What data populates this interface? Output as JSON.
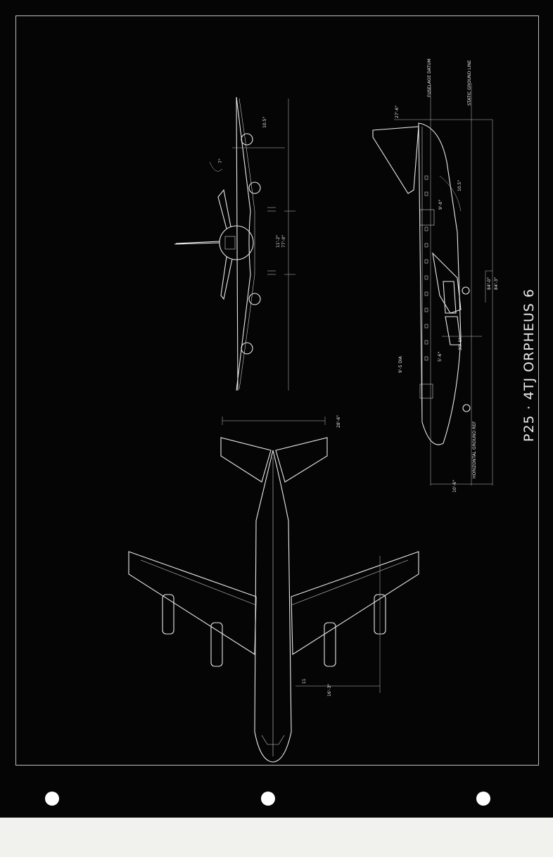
{
  "drawing": {
    "title": "P25 · 4TJ ORPHEUS 6",
    "annotations": {
      "fuselage_datum": "FUSELAGE DATUM",
      "static_ground_line": "STATIC GROUND LINE",
      "horizontal_ground_ref": "HORIZONTAL GROUND REF",
      "fin_height": "27'-6\"",
      "nose_angle": "10.5°",
      "fuselage_station": "9'-0\"",
      "fuselage_dia": "9'-5 DIA",
      "gear_spacing": "30'-6\"",
      "overall_length_a": "84'-0\"",
      "overall_length_b": "84'-3\"",
      "nose_height": "10'-6\"",
      "small_dim": "5'-6\"",
      "tailplane_span": "28'-6\"",
      "wing_dihedral": "10.5°",
      "dihedral_small": "7°",
      "track_inner": "11'-2\"",
      "span_front": "77'-0\"",
      "plan_dim_a": "11",
      "plan_dim_b": "16'-3\""
    }
  },
  "colors": {
    "sheet": "#050505",
    "lines": "#e9e9e9",
    "paper": "#f4f4f2"
  }
}
